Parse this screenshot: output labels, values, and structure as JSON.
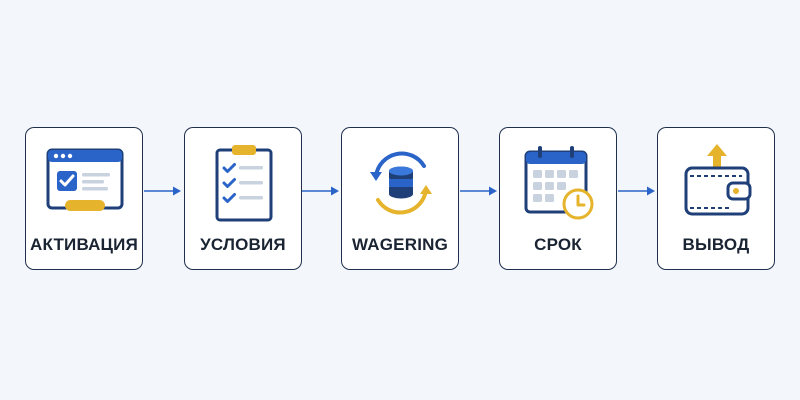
{
  "steps": [
    {
      "label": "АКТИВАЦИЯ",
      "icon": "browser-check-icon"
    },
    {
      "label": "УСЛОВИЯ",
      "icon": "clipboard-checklist-icon"
    },
    {
      "label": "WAGERING",
      "icon": "coin-stack-cycle-icon"
    },
    {
      "label": "СРОК",
      "icon": "calendar-clock-icon"
    },
    {
      "label": "ВЫВОД",
      "icon": "wallet-upload-icon"
    }
  ],
  "colors": {
    "navy": "#1f3f78",
    "blue": "#2b64c8",
    "gold": "#e6b42c",
    "gray": "#c9d2df",
    "background": "#f3f6fb"
  }
}
